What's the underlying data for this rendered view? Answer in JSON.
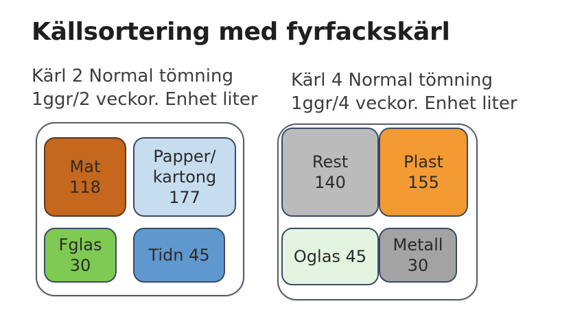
{
  "title": "Källsortering med fyrfackskärl",
  "left_bin": {
    "subtitle_line1": "Kärl 2 Normal tömning",
    "subtitle_line2": "1ggr/2 veckor. Enhet liter",
    "compartments": [
      {
        "label_lines": [
          "Mat",
          "118"
        ],
        "color": "#c5671d",
        "border": "#5a3a1e"
      },
      {
        "label_lines": [
          "Papper/",
          "kartong",
          "177"
        ],
        "color": "#c6dcef",
        "border": "#3b4a66"
      },
      {
        "label_lines": [
          "Fglas",
          "30"
        ],
        "color": "#7fca52",
        "border": "#3b4a66"
      },
      {
        "label_lines": [
          "Tidn 45"
        ],
        "color": "#5f98ce",
        "border": "#3b4a66"
      }
    ]
  },
  "right_bin": {
    "subtitle_line1": "Kärl 4 Normal tömning",
    "subtitle_line2": "1ggr/4 veckor. Enhet liter",
    "compartments": [
      {
        "label_lines": [
          "Rest",
          "140"
        ],
        "color": "#bbbbbb",
        "border": "#3b4a66"
      },
      {
        "label_lines": [
          "Plast",
          "155"
        ],
        "color": "#f39a32",
        "border": "#3b4a66"
      },
      {
        "label_lines": [
          "Oglas 45"
        ],
        "color": "#e3f5e1",
        "border": "#3b4a66"
      },
      {
        "label_lines": [
          "Metall",
          "30"
        ],
        "color": "#a3a3a3",
        "border": "#3b4a66"
      }
    ]
  }
}
